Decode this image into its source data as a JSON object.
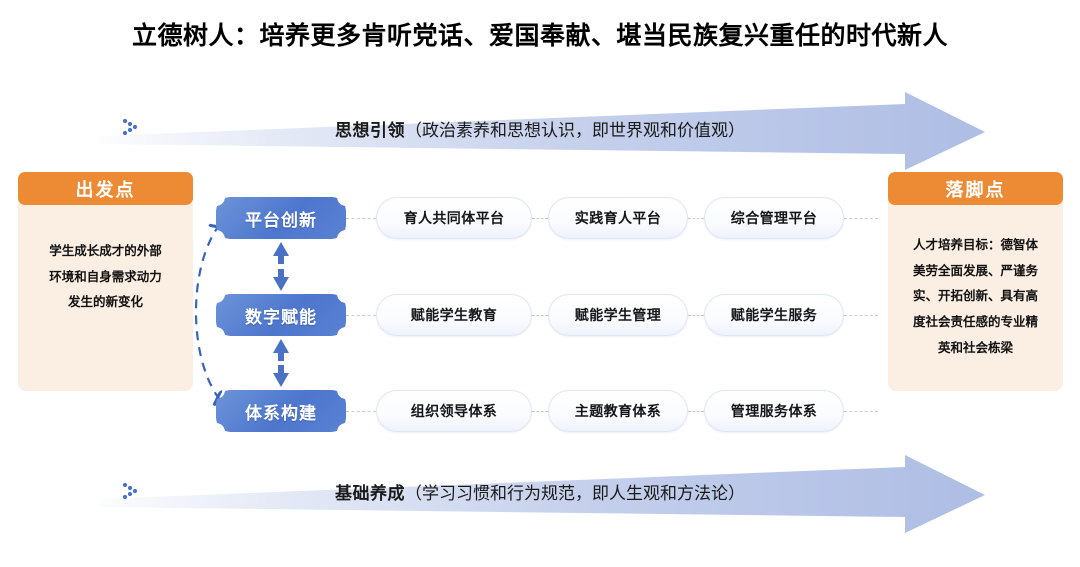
{
  "title": "立德树人：培养更多肯听党话、爱国奉献、堪当民族复兴重任的时代新人",
  "bands": {
    "top": {
      "bold": "思想引领",
      "normal": "（政治素养和思想认识，即世界观和价值观）",
      "icon": "dotted-chevron-right-icon",
      "color": "#aebde4"
    },
    "bottom": {
      "bold": "基础养成",
      "normal": "（学习习惯和行为规范，即人生观和方法论）",
      "icon": "dotted-chevron-right-icon",
      "color": "#aebde4"
    }
  },
  "side_left": {
    "header": "出发点",
    "header_color": "#ec8b33",
    "body_color": "#fbeee2",
    "lines": [
      "学生成长成才的外部",
      "环境和自身需求动力",
      "发生的新变化"
    ]
  },
  "side_right": {
    "header": "落脚点",
    "header_color": "#ec8b33",
    "body_color": "#fbeee2",
    "lines": [
      "人才培养目标：德智体",
      "美劳全面发展、严谨务",
      "实、开拓创新、具有高",
      "度社会责任感的专业精",
      "英和社会栋梁"
    ]
  },
  "pillars": [
    {
      "label": "平台创新",
      "items": [
        "育人共同体平台",
        "实践育人平台",
        "综合管理平台"
      ]
    },
    {
      "label": "数字赋能",
      "items": [
        "赋能学生教育",
        "赋能学生管理",
        "赋能学生服务"
      ]
    },
    {
      "label": "体系构建",
      "items": [
        "组织领导体系",
        "主题教育体系",
        "管理服务体系"
      ]
    }
  ],
  "accents": {
    "pillar_blue": "#5a82d4",
    "dash_gray": "#c9ccd2",
    "arrow_blue": "#4a72c4"
  }
}
